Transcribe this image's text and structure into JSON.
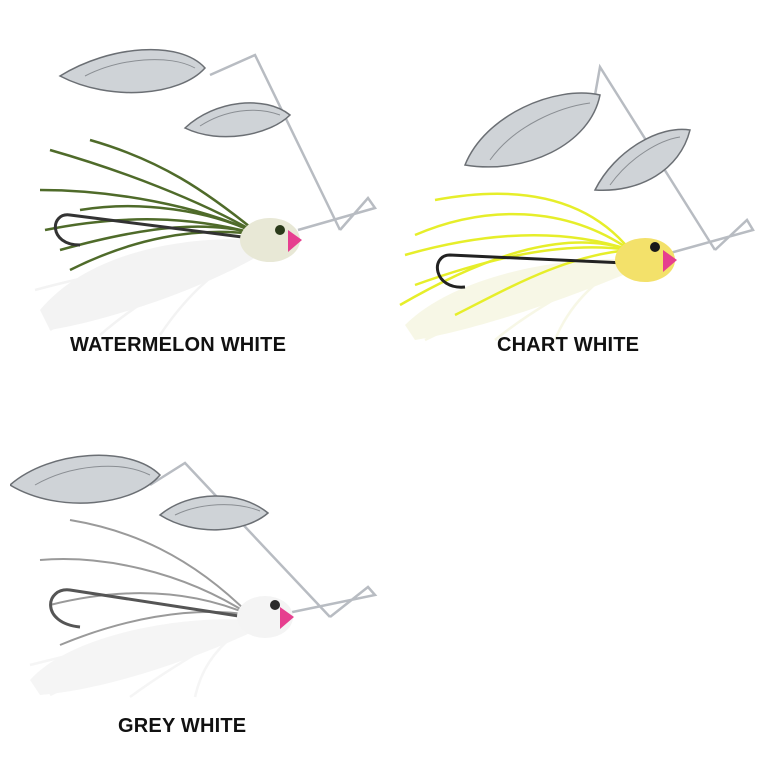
{
  "products": [
    {
      "id": "watermelon-white",
      "label": "WATERMELON WHITE",
      "colors": {
        "skirt_top": "#4f6b2a",
        "skirt_bottom": "#f3f3f3",
        "head": "#e8e8d6",
        "head_tip": "#e63f8f",
        "eye": "#2a3a1a"
      }
    },
    {
      "id": "chart-white",
      "label": "CHART WHITE",
      "colors": {
        "skirt_top": "#e6ee2a",
        "skirt_bottom": "#f7f7e6",
        "head": "#f3e16a",
        "head_tip": "#e63f8f",
        "eye": "#1a1a1a"
      }
    },
    {
      "id": "grey-white",
      "label": "GREY WHITE",
      "colors": {
        "skirt_top": "#9a9a9a",
        "skirt_bottom": "#f5f5f5",
        "head": "#f4f4f4",
        "head_tip": "#e63f8f",
        "eye": "#2a2a2a"
      }
    }
  ]
}
